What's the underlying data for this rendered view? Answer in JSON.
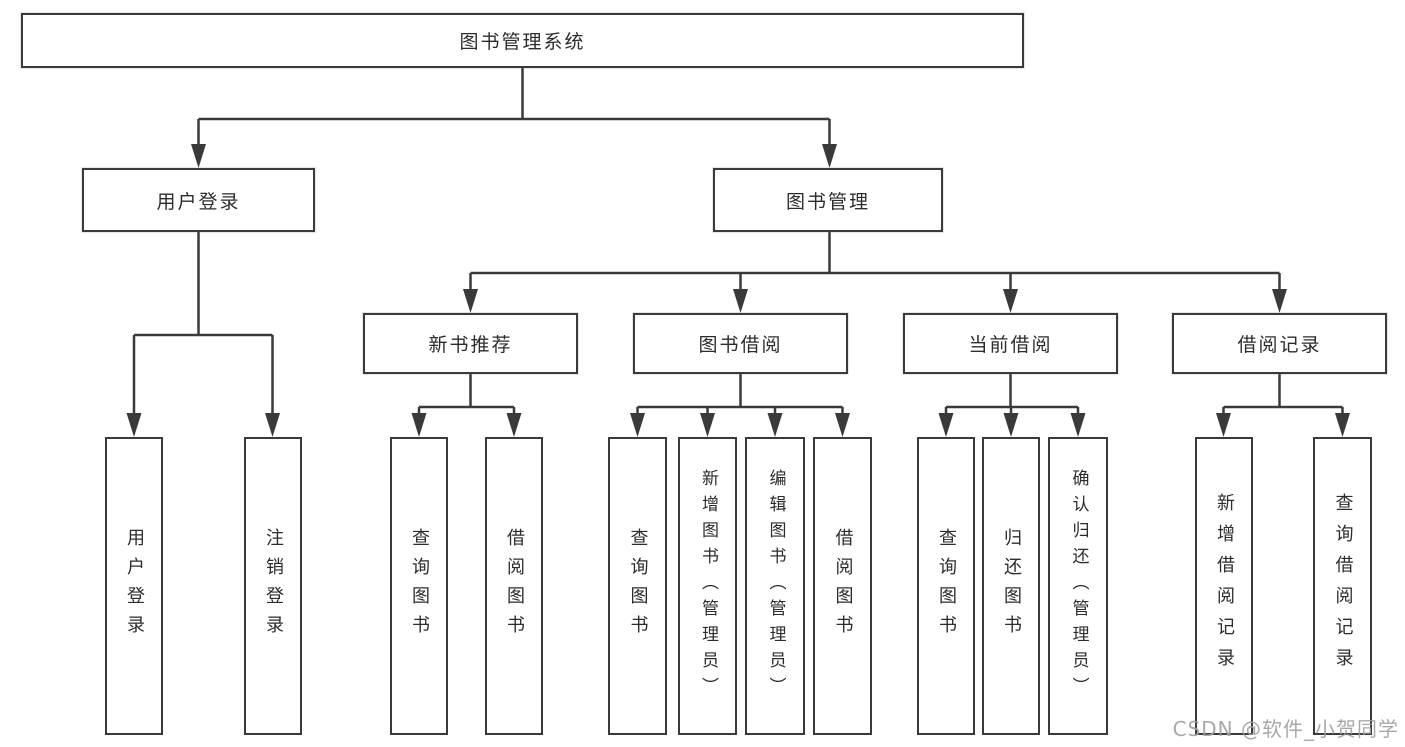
{
  "colors": {
    "line": "#3a3a3a",
    "box_border": "#3a3a3a",
    "box_fill": "#ffffff",
    "text": "#2c2c2c",
    "background": "#ffffff",
    "watermark": "#9e9e9e"
  },
  "diagram": {
    "type": "hierarchy-tree",
    "root": {
      "label": "图书管理系统"
    },
    "level2": {
      "user_login": {
        "label": "用户登录"
      },
      "book_mgmt": {
        "label": "图书管理"
      }
    },
    "level3": {
      "new_book": {
        "label": "新书推荐",
        "parent": "图书管理"
      },
      "book_borrow": {
        "label": "图书借阅",
        "parent": "图书管理"
      },
      "current_borrow": {
        "label": "当前借阅",
        "parent": "图书管理"
      },
      "borrow_record": {
        "label": "借阅记录",
        "parent": "图书管理"
      }
    },
    "leaves": {
      "ul_login": "用户登录",
      "ul_logout": "注销登录",
      "nb_query": "查询图书",
      "nb_borrow": "借阅图书",
      "bb_query": "查询图书",
      "bb_add": "新增图书（管理员）",
      "bb_edit": "编辑图书（管理员）",
      "bb_borrow": "借阅图书",
      "cb_query": "查询图书",
      "cb_return": "归还图书",
      "cb_confirm": "确认归还（管理员）",
      "br_add": "新增借阅记录",
      "br_query": "查询借阅记录"
    }
  },
  "watermark": {
    "text": "CSDN @软件_小贺同学"
  }
}
